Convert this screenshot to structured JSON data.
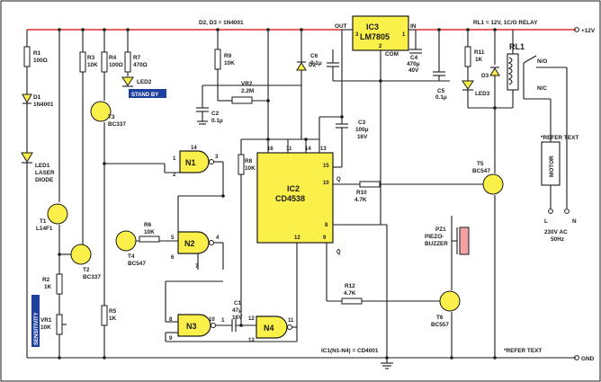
{
  "labels": {
    "diodes_note": "D2, D3 = 1N4001",
    "relay_note": "RL1 = 12V, 1C/O RELAY",
    "supply": "+12V",
    "ground": "GND",
    "refer_text": "*REFER TEXT",
    "ic1_note": "IC1(N1-N4) = CD4001",
    "r1": "R1",
    "r1v": "100Ω",
    "d1": "D1",
    "d1v": "1N4001",
    "led1": "LED1",
    "led1v1": "LASER",
    "led1v2": "DIODE",
    "t1": "T1",
    "t1v": "L14F1",
    "r2": "R2",
    "r2v": "1K",
    "vr1": "VR1",
    "vr1v": "10K",
    "sensitivity": "SENSITIVITY",
    "t2": "T2",
    "t2v": "BC337",
    "r3": "R3",
    "r3v": "10K",
    "r4": "R4",
    "r4v": "100Ω",
    "r5": "R5",
    "r5v": "1K",
    "t3": "T3",
    "t3v": "BC337",
    "r7": "R7",
    "r7v": "470Ω",
    "led2": "LED2",
    "standby": "STAND BY",
    "r9": "R9",
    "r9v": "10K",
    "vr2": "VR2",
    "vr2v": "2.2M",
    "c2": "C2",
    "c2v": "0.1μ",
    "d2": "D2",
    "n1": "N1",
    "n2": "N2",
    "n3": "N3",
    "n4": "N4",
    "r6": "R6",
    "r6v": "10K",
    "t4": "T4",
    "t4v": "BC547",
    "r8": "R8",
    "r8v": "10K",
    "c1": "C1",
    "c1v1": "47μ",
    "c1v2": "16V",
    "ic2": "IC2",
    "ic2v": "CD4538",
    "c3": "C3",
    "c3v1": "100μ",
    "c3v2": "16V",
    "ic3": "IC3",
    "ic3v": "LM7805",
    "out": "OUT",
    "in": "IN",
    "com": "COM",
    "c6": "C6",
    "c6v": "0.1μ",
    "c4": "C4",
    "c4v1": "470μ",
    "c4v2": "40V",
    "c5": "C5",
    "c5v": "0.1μ",
    "r11": "R11",
    "r11v": "1K",
    "d3": "D3",
    "led3": "LED3",
    "rl1": "RL1",
    "no": "N/O",
    "nc": "N/C",
    "motor": "MOTOR",
    "t5": "T5",
    "t5v": "BC547",
    "r10": "R10",
    "r10v": "4.7K",
    "q": "Q",
    "qbar": "Q̄",
    "pz1": "PZ1",
    "pz1v1": "PIEZO-",
    "pz1v2": "BUZZER",
    "r12": "R12",
    "r12v": "4.7K",
    "t6": "T6",
    "t6v": "BC557",
    "mains1": "230V AC",
    "mains2": "50Hz",
    "l": "L",
    "n": "N",
    "pin3": "3",
    "pin1": "1",
    "pin2": "2",
    "p14": "14",
    "p3": "3",
    "p1": "1",
    "p2": "2",
    "p5": "5",
    "p6": "6",
    "p4": "4",
    "p7": "7",
    "p8": "8",
    "p9": "9",
    "p10": "10",
    "p12": "12",
    "p13": "13",
    "p11": "11",
    "ic2_16": "16",
    "ic2_11": "11",
    "ic2_14": "14",
    "ic2_13": "13",
    "ic2_15": "15",
    "ic2_10": "10",
    "ic2_8": "8",
    "ic2_12": "12",
    "ic2_9": "9"
  }
}
